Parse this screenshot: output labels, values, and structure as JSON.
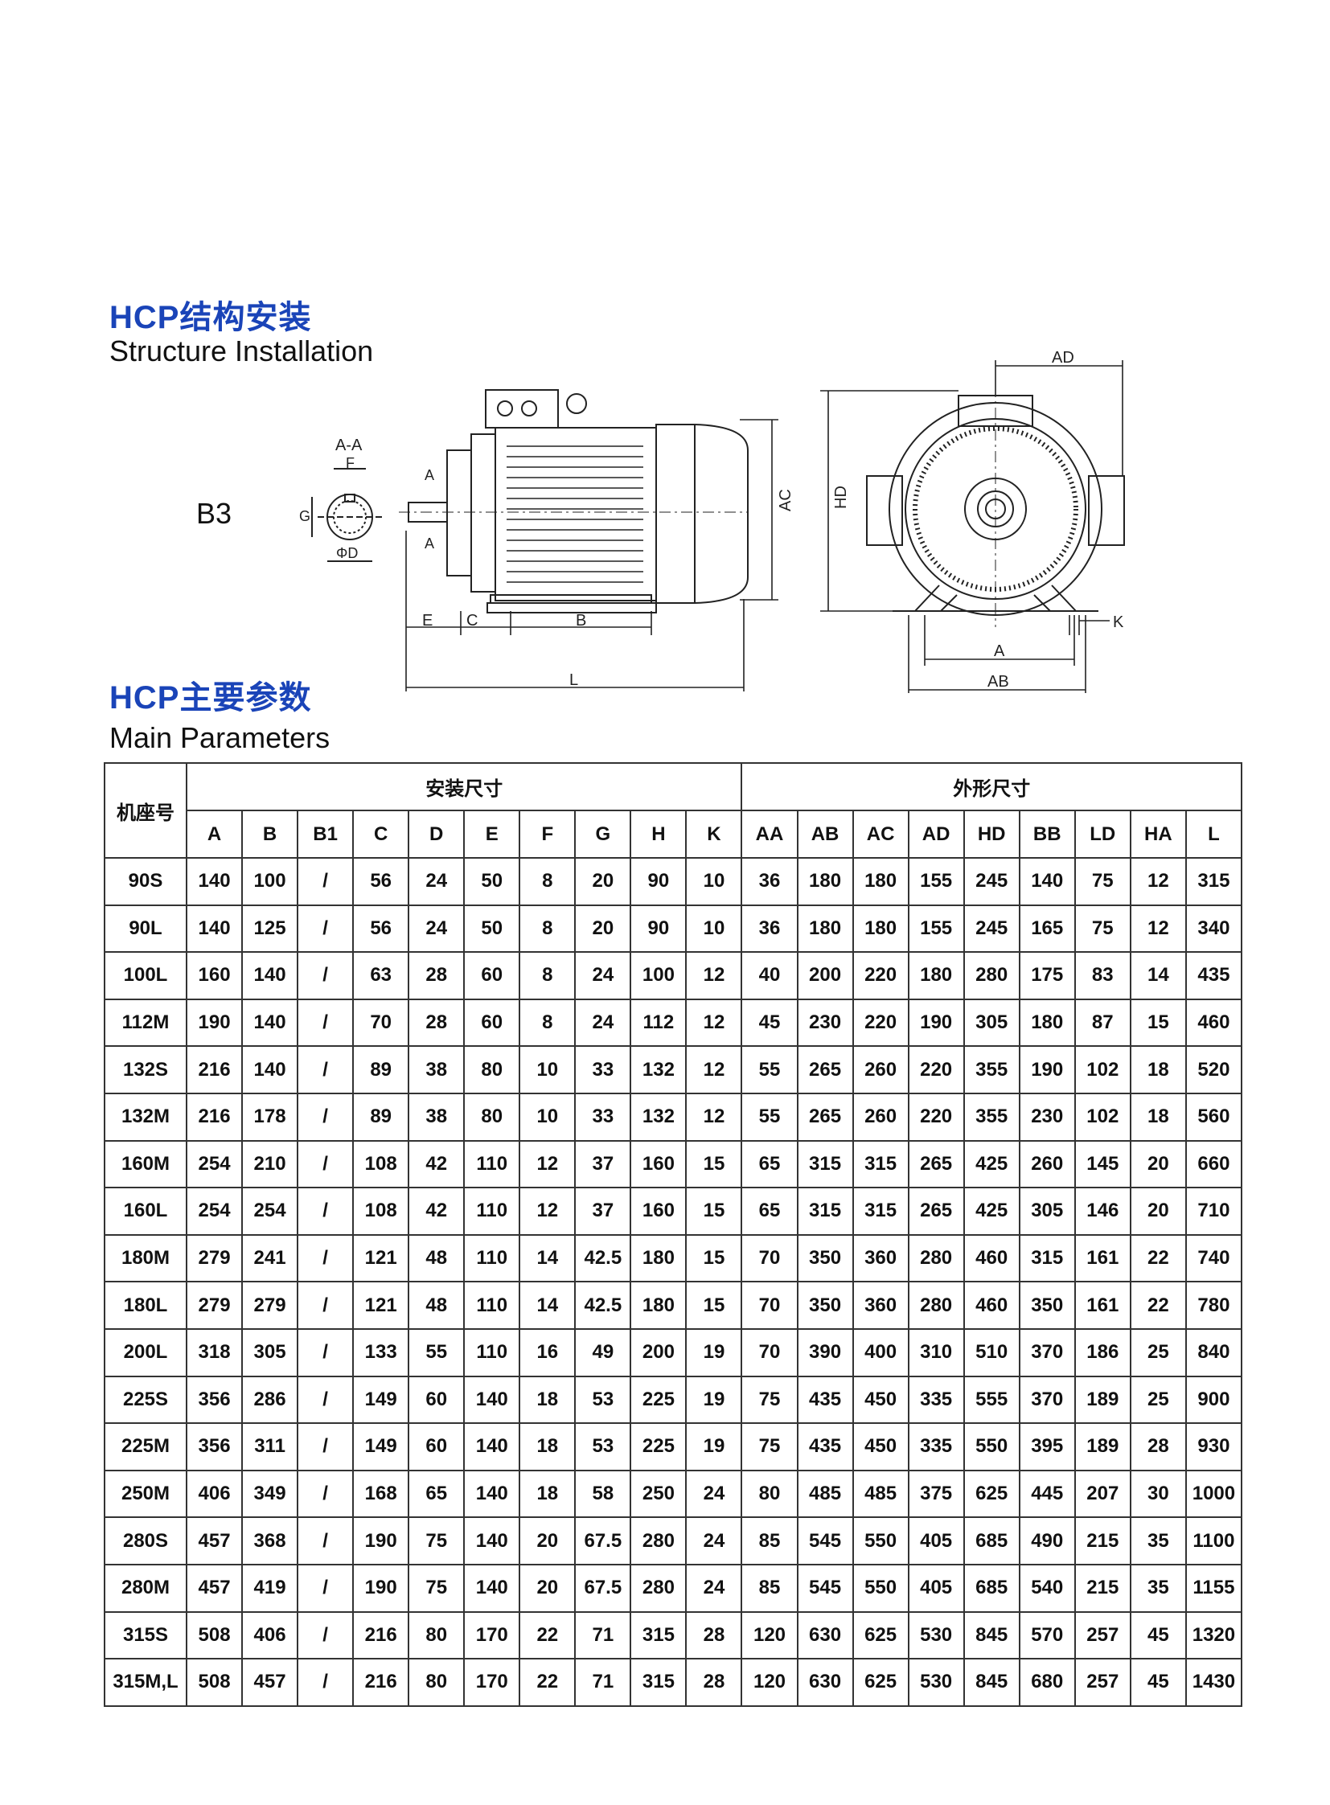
{
  "section1": {
    "title_cn": "HCP结构安装",
    "title_en": "Structure Installation"
  },
  "drawing": {
    "mount_label": "B3",
    "section_label": "A-A",
    "dimension_labels": [
      "F",
      "G",
      "ΦD",
      "A",
      "A",
      "E",
      "C",
      "B",
      "L",
      "AC",
      "HD",
      "AD",
      "K",
      "A",
      "AB"
    ]
  },
  "section2": {
    "title_cn": "HCP主要参数",
    "title_en": "Main Parameters"
  },
  "table": {
    "frame_header": "机座号",
    "group_install": "安装尺寸",
    "group_outline": "外形尺寸",
    "columns": [
      "A",
      "B",
      "B1",
      "C",
      "D",
      "E",
      "F",
      "G",
      "H",
      "K",
      "AA",
      "AB",
      "AC",
      "AD",
      "HD",
      "BB",
      "LD",
      "HA",
      "L"
    ],
    "rows": [
      [
        "90S",
        "140",
        "100",
        "/",
        "56",
        "24",
        "50",
        "8",
        "20",
        "90",
        "10",
        "36",
        "180",
        "180",
        "155",
        "245",
        "140",
        "75",
        "12",
        "315"
      ],
      [
        "90L",
        "140",
        "125",
        "/",
        "56",
        "24",
        "50",
        "8",
        "20",
        "90",
        "10",
        "36",
        "180",
        "180",
        "155",
        "245",
        "165",
        "75",
        "12",
        "340"
      ],
      [
        "100L",
        "160",
        "140",
        "/",
        "63",
        "28",
        "60",
        "8",
        "24",
        "100",
        "12",
        "40",
        "200",
        "220",
        "180",
        "280",
        "175",
        "83",
        "14",
        "435"
      ],
      [
        "112M",
        "190",
        "140",
        "/",
        "70",
        "28",
        "60",
        "8",
        "24",
        "112",
        "12",
        "45",
        "230",
        "220",
        "190",
        "305",
        "180",
        "87",
        "15",
        "460"
      ],
      [
        "132S",
        "216",
        "140",
        "/",
        "89",
        "38",
        "80",
        "10",
        "33",
        "132",
        "12",
        "55",
        "265",
        "260",
        "220",
        "355",
        "190",
        "102",
        "18",
        "520"
      ],
      [
        "132M",
        "216",
        "178",
        "/",
        "89",
        "38",
        "80",
        "10",
        "33",
        "132",
        "12",
        "55",
        "265",
        "260",
        "220",
        "355",
        "230",
        "102",
        "18",
        "560"
      ],
      [
        "160M",
        "254",
        "210",
        "/",
        "108",
        "42",
        "110",
        "12",
        "37",
        "160",
        "15",
        "65",
        "315",
        "315",
        "265",
        "425",
        "260",
        "145",
        "20",
        "660"
      ],
      [
        "160L",
        "254",
        "254",
        "/",
        "108",
        "42",
        "110",
        "12",
        "37",
        "160",
        "15",
        "65",
        "315",
        "315",
        "265",
        "425",
        "305",
        "146",
        "20",
        "710"
      ],
      [
        "180M",
        "279",
        "241",
        "/",
        "121",
        "48",
        "110",
        "14",
        "42.5",
        "180",
        "15",
        "70",
        "350",
        "360",
        "280",
        "460",
        "315",
        "161",
        "22",
        "740"
      ],
      [
        "180L",
        "279",
        "279",
        "/",
        "121",
        "48",
        "110",
        "14",
        "42.5",
        "180",
        "15",
        "70",
        "350",
        "360",
        "280",
        "460",
        "350",
        "161",
        "22",
        "780"
      ],
      [
        "200L",
        "318",
        "305",
        "/",
        "133",
        "55",
        "110",
        "16",
        "49",
        "200",
        "19",
        "70",
        "390",
        "400",
        "310",
        "510",
        "370",
        "186",
        "25",
        "840"
      ],
      [
        "225S",
        "356",
        "286",
        "/",
        "149",
        "60",
        "140",
        "18",
        "53",
        "225",
        "19",
        "75",
        "435",
        "450",
        "335",
        "555",
        "370",
        "189",
        "25",
        "900"
      ],
      [
        "225M",
        "356",
        "311",
        "/",
        "149",
        "60",
        "140",
        "18",
        "53",
        "225",
        "19",
        "75",
        "435",
        "450",
        "335",
        "550",
        "395",
        "189",
        "28",
        "930"
      ],
      [
        "250M",
        "406",
        "349",
        "/",
        "168",
        "65",
        "140",
        "18",
        "58",
        "250",
        "24",
        "80",
        "485",
        "485",
        "375",
        "625",
        "445",
        "207",
        "30",
        "1000"
      ],
      [
        "280S",
        "457",
        "368",
        "/",
        "190",
        "75",
        "140",
        "20",
        "67.5",
        "280",
        "24",
        "85",
        "545",
        "550",
        "405",
        "685",
        "490",
        "215",
        "35",
        "1100"
      ],
      [
        "280M",
        "457",
        "419",
        "/",
        "190",
        "75",
        "140",
        "20",
        "67.5",
        "280",
        "24",
        "85",
        "545",
        "550",
        "405",
        "685",
        "540",
        "215",
        "35",
        "1155"
      ],
      [
        "315S",
        "508",
        "406",
        "/",
        "216",
        "80",
        "170",
        "22",
        "71",
        "315",
        "28",
        "120",
        "630",
        "625",
        "530",
        "845",
        "570",
        "257",
        "45",
        "1320"
      ],
      [
        "315M,L",
        "508",
        "457",
        "/",
        "216",
        "80",
        "170",
        "22",
        "71",
        "315",
        "28",
        "120",
        "630",
        "625",
        "530",
        "845",
        "680",
        "257",
        "45",
        "1430"
      ]
    ]
  }
}
